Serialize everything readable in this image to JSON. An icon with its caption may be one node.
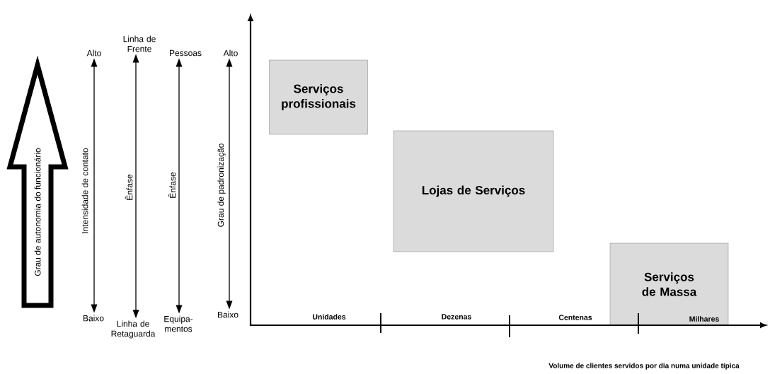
{
  "diagram": {
    "nodes": [
      {
        "text": [
          "Grau de autonomia do funcionário"
        ]
      },
      {
        "text": [
          "Alto"
        ]
      },
      {
        "text": [
          "Linha de Frente"
        ]
      },
      {
        "text": [
          "Pessoas"
        ]
      },
      {
        "text": [
          "Alto"
        ]
      },
      {
        "text": [
          "Baixo"
        ]
      },
      {
        "text": [
          "Linha de Retaguarda"
        ]
      },
      {
        "text": [
          "Equipa- mentos"
        ]
      },
      {
        "text": [
          "Baixo"
        ]
      },
      {
        "text": [
          "Serviços profissionais"
        ]
      },
      {
        "text": [
          "Lojas de Serviços"
        ]
      },
      {
        "text": [
          "Serviços de Massa"
        ]
      }
    ],
    "edges": [
      {
        "from": 1,
        "to": 5,
        "arrow": "both",
        "label": "Intensidade de contato"
      },
      {
        "from": 2,
        "to": 6,
        "arrow": "both",
        "label": "Ênfase"
      },
      {
        "from": 3,
        "to": 7,
        "arrow": "both",
        "label": "Ênfase"
      },
      {
        "from": 4,
        "to": 8,
        "arrow": "both",
        "label": "Grau de padronização"
      }
    ],
    "labels": [
      "Unidades",
      "Dezenas",
      "Centenas",
      "Milhares",
      "Volume de clientes servidos por dia numa unidade típica"
    ]
  }
}
